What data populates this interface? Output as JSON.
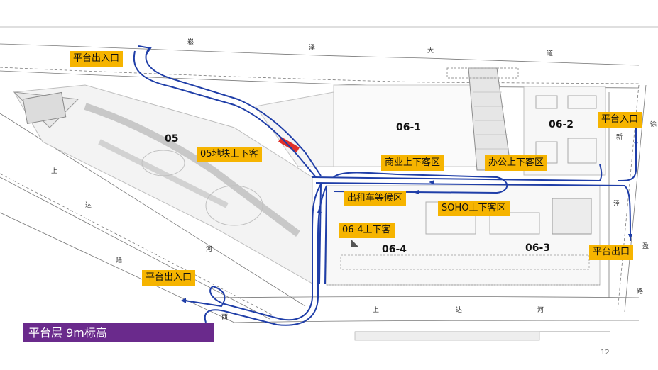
{
  "labels": {
    "platform_entry_exit_top": "平台出入口",
    "platform_entry_right": "平台入口",
    "block05_dropoff": "05地块上下客",
    "commercial_dropoff": "商业上下客区",
    "office_dropoff": "办公上下客区",
    "taxi_waiting": "出租车等候区",
    "soho_dropoff": "SOHO上下客区",
    "block064_dropoff": "06-4上下客",
    "platform_exit": "平台出口",
    "platform_entry_exit_bottom": "平台出入口"
  },
  "zones": {
    "z05": "05",
    "z061": "06-1",
    "z062": "06-2",
    "z063": "06-3",
    "z064": "06-4"
  },
  "road_chars": {
    "top": [
      "崧",
      "泽",
      "大",
      "道"
    ],
    "left": [
      "上",
      "达",
      "河",
      "陆"
    ],
    "bottom": [
      "西",
      "上",
      "达",
      "河"
    ],
    "right": [
      "徐",
      "新",
      "泾",
      "盈",
      "路"
    ]
  },
  "caption": "平台层  9m标高",
  "page_number": "12",
  "colors": {
    "route": "#1f3ea8",
    "label_bg": "#f6b400",
    "caption_bg": "#6a2a8c",
    "highlight": "#e0302a"
  }
}
